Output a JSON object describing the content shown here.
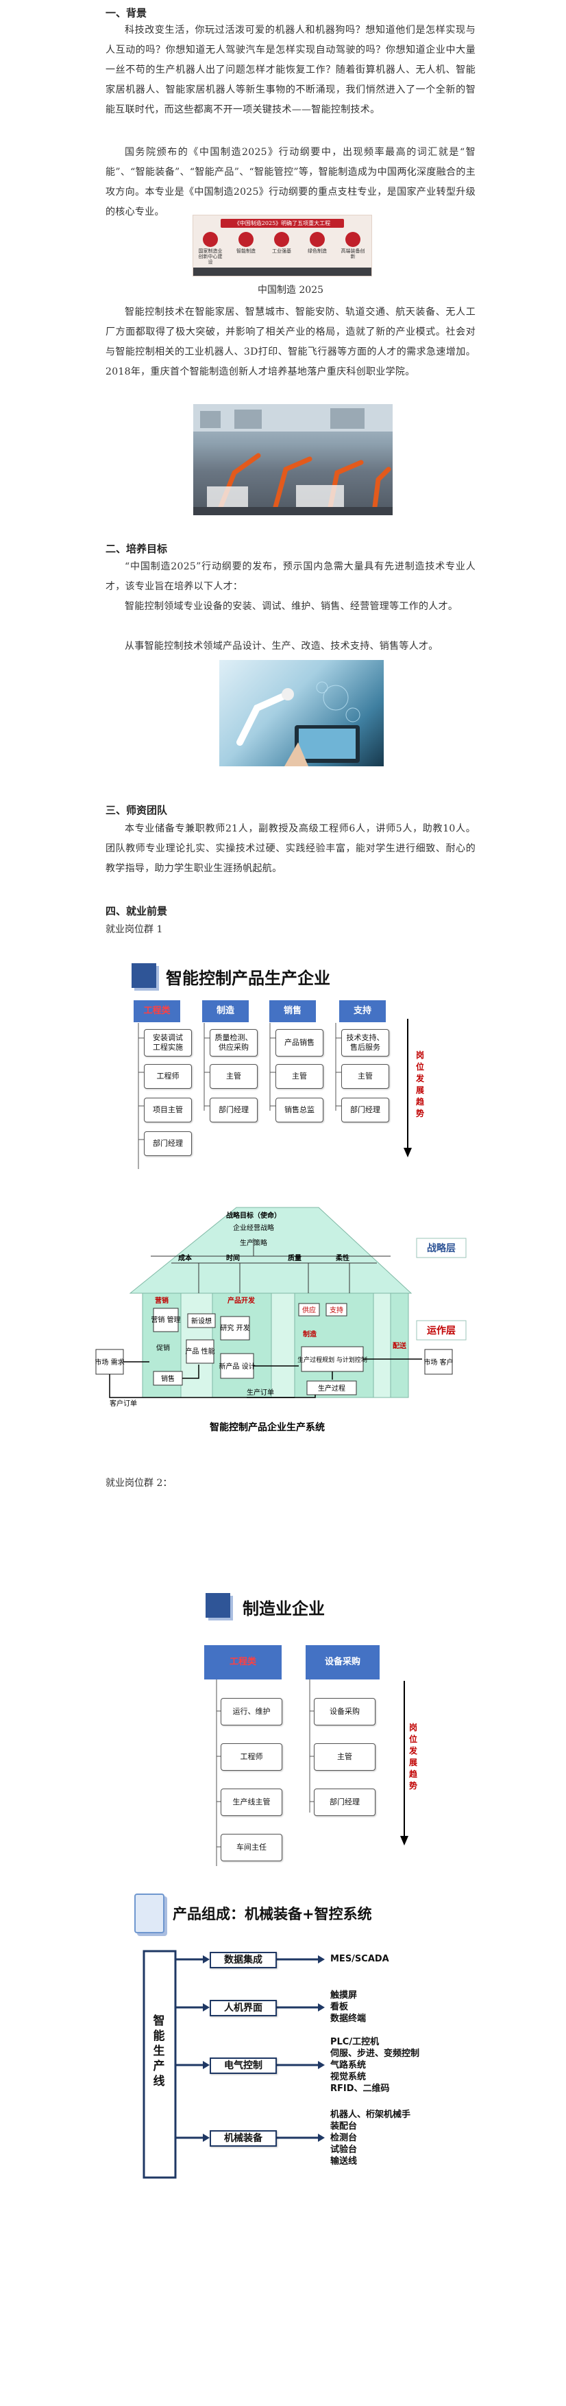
{
  "sections": {
    "s1": {
      "heading": "一、背景",
      "p1": "科技改变生活，你玩过活泼可爱的机器人和机器狗吗？想知道他们是怎样实现与人互动的吗？你想知道无人驾驶汽车是怎样实现自动驾驶的吗？你想知道企业中大量一丝不苟的生产机器人出了问题怎样才能恢复工作？随着街算机器人、无人机、智能家居机器人、智能家居机器人等新生事物的不断涌现，我们悄然进入了一个全新的智能互联时代，而这些都离不开一项关键技术——智能控制技术。",
      "p2": "国务院颁布的《中国制造2025》行动纲要中，出现频率最高的词汇就是“智能”、“智能装备”、“智能产品”、“智能管控”等，智能制造成为中国两化深度融合的主攻方向。本专业是《中国制造2025》行动纲要的重点支柱专业，是国家产业转型升级的核心专业。",
      "banner": {
        "title": "《中国制造2025》明确了五项重大工程",
        "items": [
          "国家制造业创新中心建设",
          "智能制造",
          "工业强基",
          "绿色制造",
          "高端装备创新"
        ]
      },
      "caption": "中国制造 2025",
      "p3": "智能控制技术在智能家居、智慧城市、智能安防、轨道交通、航天装备、无人工厂方面都取得了极大突破，并影响了相关产业的格局，造就了新的产业模式。社会对与智能控制相关的工业机器人、3D打印、智能飞行器等方面的人才的需求急速增加。2018年，重庆首个智能制造创新人才培养基地落户重庆科创职业学院。"
    },
    "s2": {
      "heading": "二、培养目标",
      "p1": "“中国制造2025”行动纲要的发布，预示国内急需大量具有先进制造技术专业人才，该专业旨在培养以下人才：",
      "p2": "智能控制领域专业设备的安装、调试、维护、销售、经营管理等工作的人才。",
      "p3": "从事智能控制技术领域产品设计、生产、改造、技术支持、销售等人才。"
    },
    "s3": {
      "heading": "三、师资团队",
      "p1": "本专业储备专兼职教师21人，副教授及高级工程师6人，讲师5人，助教10人。团队教师专业理论扎实、实操技术过硬、实践经验丰富，能对学生进行细致、耐心的教学指导，助力学生职业生涯扬帆起航。"
    },
    "s4": {
      "heading": "四、就业前景",
      "job1": "就业岗位群 1",
      "job2": "就业岗位群 2："
    }
  },
  "org1": {
    "title": "智能控制产品生产企业",
    "columns": [
      {
        "head": "工程类",
        "items": [
          "安装调试\n工程实施",
          "工程师",
          "项目主管",
          "部门经理"
        ]
      },
      {
        "head": "制造",
        "items": [
          "质量检测、\n供应采购",
          "主管",
          "部门经理"
        ]
      },
      {
        "head": "销售",
        "items": [
          "产品销售",
          "主管",
          "销售总监"
        ]
      },
      {
        "head": "支持",
        "items": [
          "技术支持、\n售后服务",
          "主管",
          "部门经理"
        ]
      }
    ],
    "trend": "岗位发展趋势"
  },
  "system": {
    "top": "战略目标（使命）",
    "top2": "企业经营战略",
    "strategy": "生产策略",
    "criteria": [
      "成本",
      "时间",
      "质量",
      "柔性"
    ],
    "layers": {
      "strategic": "战略层",
      "operational": "运作层"
    },
    "depts": [
      "营销",
      "产品开发",
      "供应",
      "支持"
    ],
    "nodes": [
      "营销\n管理",
      "新设想",
      "研究\n开发",
      "产品\n性能",
      "新产品\n设计",
      "生产过程规划\n与计划控制",
      "生产过程",
      "促销",
      "销售",
      "市场\n需求",
      "生产订单",
      "客户订单",
      "市场\n客户"
    ],
    "center": "制造",
    "side": "配送",
    "caption": "智能控制产品企业生产系统"
  },
  "org2": {
    "title": "制造业企业",
    "columns": [
      {
        "head": "工程类",
        "items": [
          "运行、维护",
          "工程师",
          "生产线主管",
          "车间主任"
        ]
      },
      {
        "head": "设备采购",
        "items": [
          "设备采购",
          "主管",
          "部门经理"
        ]
      }
    ],
    "trend": "岗位发展趋势"
  },
  "product": {
    "title": "产品组成：机械装备+智控系统",
    "vertical": "智能生产线",
    "rows": [
      {
        "label": "数据集成",
        "desc": [
          "MES/SCADA"
        ]
      },
      {
        "label": "人机界面",
        "desc": [
          "触摸屏",
          "看板",
          "数据终端"
        ]
      },
      {
        "label": "电气控制",
        "desc": [
          "PLC/工控机",
          "伺服、步进、变频控制",
          "气路系统",
          "视觉系统",
          "RFID、二维码"
        ]
      },
      {
        "label": "机械装备",
        "desc": [
          "机器人、桁架机械手",
          "装配台",
          "检测台",
          "试验台",
          "输送线"
        ]
      }
    ]
  },
  "colors": {
    "blue": "#4472c4",
    "darkblue": "#2f5597",
    "red": "#c00000",
    "teal": "#bfeee0",
    "green": "#2e8b57"
  }
}
